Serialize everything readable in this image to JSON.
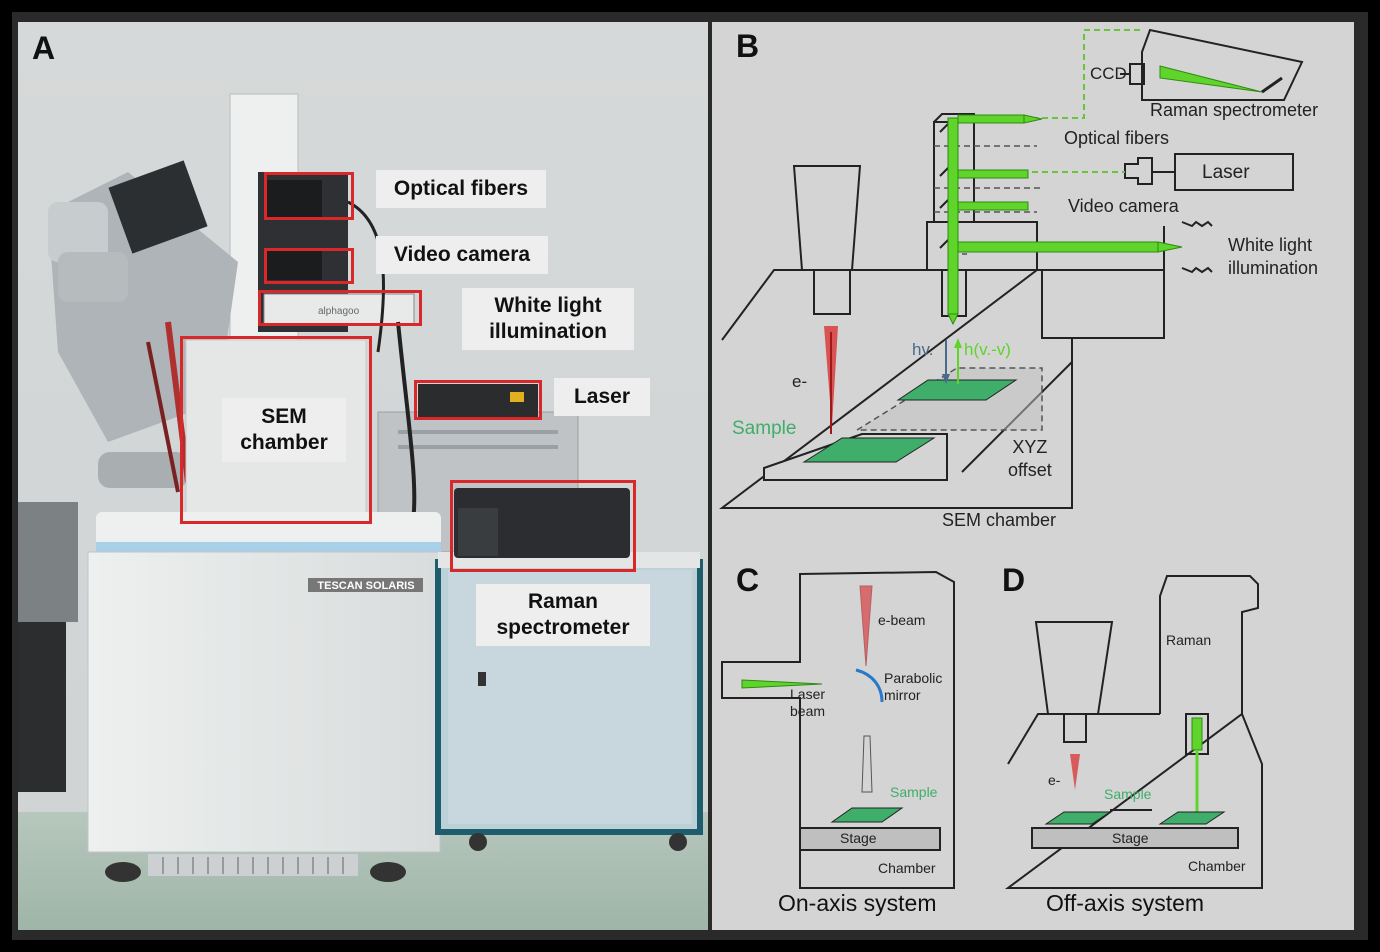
{
  "panels": {
    "a": {
      "letter": "A",
      "labels": {
        "optical_fibers": "Optical fibers",
        "video_camera": "Video camera",
        "white_light_1": "White light",
        "white_light_2": "illumination",
        "laser": "Laser",
        "sem_1": "SEM",
        "sem_2": "chamber",
        "raman_1": "Raman",
        "raman_2": "spectrometer"
      },
      "brand": "TESCAN SOLARIS",
      "device_text": "alphagoo",
      "colors": {
        "highlight": "#d8282a",
        "label_bg": "#eeeeee"
      }
    },
    "b": {
      "letter": "B",
      "labels": {
        "ccd": "CCD",
        "raman": "Raman spectrometer",
        "optical_fibers": "Optical fibers",
        "laser": "Laser",
        "video_camera": "Video camera",
        "white_light_1": "White light",
        "white_light_2": "illumination",
        "hv": "hv.",
        "hv2": "h(v.-v)",
        "e": "e-",
        "sample": "Sample",
        "xyz_1": "XYZ",
        "xyz_2": "offset",
        "sem_chamber": "SEM chamber"
      },
      "colors": {
        "beam_green": "#5fd42a",
        "sample_green": "#3fae6a",
        "ebeam_red": "#d8282a"
      }
    },
    "c": {
      "letter": "C",
      "labels": {
        "ebeam": "e-beam",
        "parabolic_1": "Parabolic",
        "parabolic_2": "mirror",
        "laser_1": "Laser",
        "laser_2": "beam",
        "sample": "Sample",
        "stage": "Stage",
        "chamber": "Chamber"
      },
      "caption": "On-axis system"
    },
    "d": {
      "letter": "D",
      "labels": {
        "raman": "Raman",
        "e": "e-",
        "sample": "Sample",
        "stage": "Stage",
        "chamber": "Chamber"
      },
      "caption": "Off-axis system"
    }
  }
}
